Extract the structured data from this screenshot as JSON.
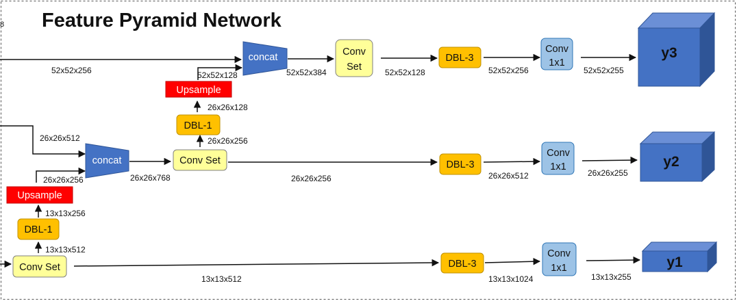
{
  "title": "Feature Pyramid Network",
  "corner_mark": "8",
  "blocks": {
    "conv_set": "Conv Set",
    "conv_set_line1": "Conv",
    "conv_set_line2": "Set",
    "dbl1": "DBL-1",
    "dbl3": "DBL-3",
    "upsample": "Upsample",
    "concat": "concat",
    "conv1x1_line1": "Conv",
    "conv1x1_line2": "1x1"
  },
  "outputs": {
    "y3": "y3",
    "y2": "y2",
    "y1": "y1"
  },
  "dims": {
    "d1": "52x52x256",
    "d2": "52x52x128",
    "d3": "52x52x384",
    "d4": "52x52x128",
    "d5": "52x52x256",
    "d6": "52x52x255",
    "d7": "26x26x128",
    "d8": "26x26x256",
    "d9": "26x26x512",
    "d10": "26x26x256",
    "d11": "26x26x768",
    "d12": "26x26x256",
    "d13": "26x26x512",
    "d14": "26x26x255",
    "d15": "13x13x256",
    "d16": "13x13x512",
    "d17": "13x13x512",
    "d18": "13x13x1024",
    "d19": "13x13x255"
  },
  "colors": {
    "conv_set": "#ffff99",
    "dbl": "#ffc000",
    "upsample": "#ff0000",
    "concat": "#4472c4",
    "conv1x1": "#9dc3e6",
    "output_front": "#4472c4",
    "output_top": "#6b8fd6",
    "output_side": "#2f5597"
  }
}
